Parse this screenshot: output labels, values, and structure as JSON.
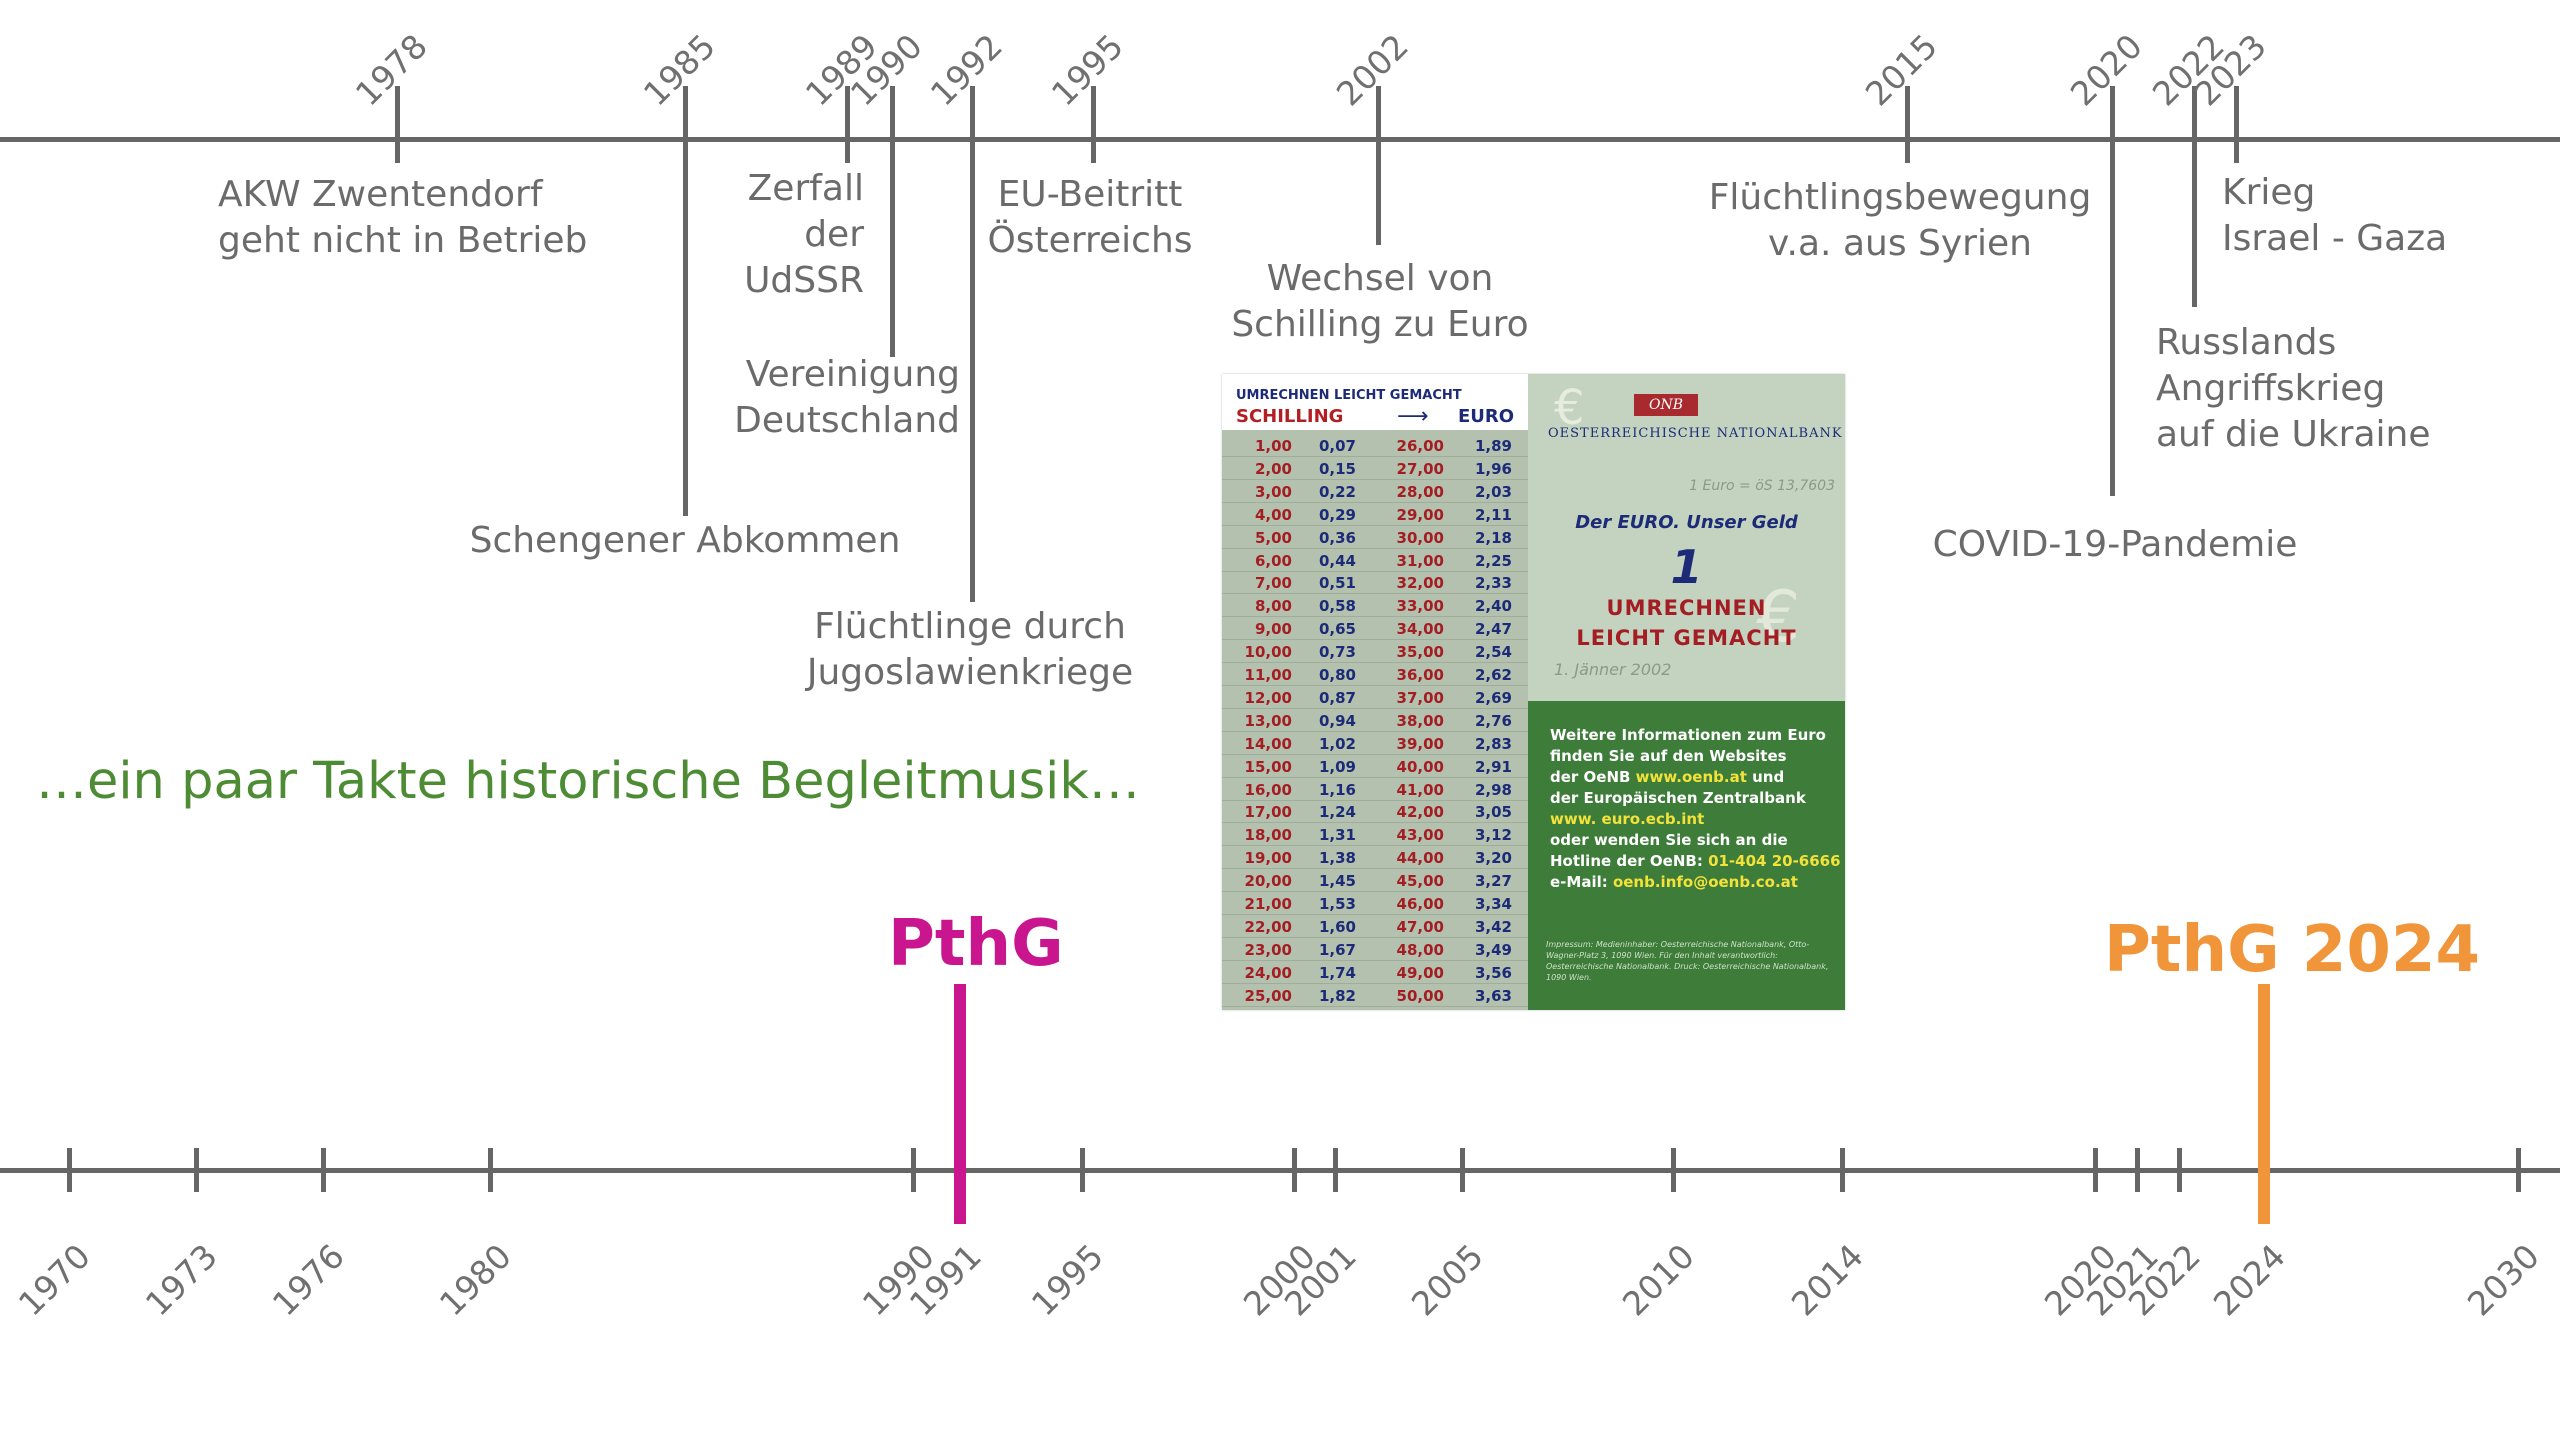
{
  "timeline_top": {
    "events": [
      {
        "year": "1978",
        "lines": [
          "AKW Zwentendorf",
          "geht nicht in Betrieb"
        ]
      },
      {
        "year": "1985",
        "lines": [
          "Schengener Abkommen"
        ]
      },
      {
        "year": "1989",
        "lines": [
          "Zerfall",
          "der",
          "UdSSR"
        ]
      },
      {
        "year": "1990",
        "lines": [
          "Vereinigung",
          "Deutschland"
        ]
      },
      {
        "year": "1992",
        "lines": [
          "Flüchtlinge durch",
          "Jugoslawienkriege"
        ]
      },
      {
        "year": "1995",
        "lines": [
          "EU-Beitritt",
          "Österreichs"
        ]
      },
      {
        "year": "2002",
        "lines": [
          "Wechsel von",
          "Schilling zu Euro"
        ]
      },
      {
        "year": "2015",
        "lines": [
          "Flüchtlingsbewegung",
          "v.a. aus Syrien"
        ]
      },
      {
        "year": "2020",
        "lines": [
          "COVID-19-Pandemie"
        ]
      },
      {
        "year": "2022",
        "lines": [
          "Russlands",
          "Angriffskrieg",
          "auf die Ukraine"
        ]
      },
      {
        "year": "2023",
        "lines": [
          "Krieg",
          "Israel - Gaza"
        ]
      }
    ]
  },
  "timeline_bottom": {
    "years": [
      "1970",
      "1973",
      "1976",
      "1980",
      "1990",
      "1991",
      "1995",
      "2000",
      "2001",
      "2005",
      "2010",
      "2014",
      "2020",
      "2021",
      "2022",
      "2024",
      "2030"
    ],
    "markers": [
      {
        "year": "1991",
        "label": "PthG",
        "color": "#c9168f"
      },
      {
        "year": "2024",
        "label": "PthG 2024",
        "color": "#f0953a"
      }
    ]
  },
  "intro_text": "…ein paar Takte historische Begleitmusik…",
  "card": {
    "header_small": "UMRECHNEN LEICHT GEMACHT",
    "header_from": "SCHILLING",
    "header_arrow": "⟶",
    "header_to": "EURO",
    "rows": [
      [
        "1,00",
        "0,07",
        "26,00",
        "1,89"
      ],
      [
        "2,00",
        "0,15",
        "27,00",
        "1,96"
      ],
      [
        "3,00",
        "0,22",
        "28,00",
        "2,03"
      ],
      [
        "4,00",
        "0,29",
        "29,00",
        "2,11"
      ],
      [
        "5,00",
        "0,36",
        "30,00",
        "2,18"
      ],
      [
        "6,00",
        "0,44",
        "31,00",
        "2,25"
      ],
      [
        "7,00",
        "0,51",
        "32,00",
        "2,33"
      ],
      [
        "8,00",
        "0,58",
        "33,00",
        "2,40"
      ],
      [
        "9,00",
        "0,65",
        "34,00",
        "2,47"
      ],
      [
        "10,00",
        "0,73",
        "35,00",
        "2,54"
      ],
      [
        "11,00",
        "0,80",
        "36,00",
        "2,62"
      ],
      [
        "12,00",
        "0,87",
        "37,00",
        "2,69"
      ],
      [
        "13,00",
        "0,94",
        "38,00",
        "2,76"
      ],
      [
        "14,00",
        "1,02",
        "39,00",
        "2,83"
      ],
      [
        "15,00",
        "1,09",
        "40,00",
        "2,91"
      ],
      [
        "16,00",
        "1,16",
        "41,00",
        "2,98"
      ],
      [
        "17,00",
        "1,24",
        "42,00",
        "3,05"
      ],
      [
        "18,00",
        "1,31",
        "43,00",
        "3,12"
      ],
      [
        "19,00",
        "1,38",
        "44,00",
        "3,20"
      ],
      [
        "20,00",
        "1,45",
        "45,00",
        "3,27"
      ],
      [
        "21,00",
        "1,53",
        "46,00",
        "3,34"
      ],
      [
        "22,00",
        "1,60",
        "47,00",
        "3,42"
      ],
      [
        "23,00",
        "1,67",
        "48,00",
        "3,49"
      ],
      [
        "24,00",
        "1,74",
        "49,00",
        "3,56"
      ],
      [
        "25,00",
        "1,82",
        "50,00",
        "3,63"
      ]
    ],
    "euro_symbol": "€",
    "logo_text": "ONB",
    "bank_name": "OESTERREICHISCHE NATIONALBANK",
    "rate": "1 Euro = öS 13,7603",
    "slogan": "Der EURO. Unser Geld",
    "number": "1",
    "title_line1": "UMRECHNEN",
    "title_line2": "LEICHT GEMACHT",
    "date": "1. Jänner 2002",
    "info_lines": [
      {
        "text": "Weitere Informationen zum Euro",
        "highlight": ""
      },
      {
        "text": "finden Sie auf den Websites",
        "highlight": ""
      },
      {
        "text": "der OeNB ",
        "highlight": "www.oenb.at",
        "after": " und"
      },
      {
        "text": "der Europäischen Zentralbank",
        "highlight": ""
      },
      {
        "text": "",
        "highlight": "www. euro.ecb.int"
      },
      {
        "text": "oder wenden Sie sich an die",
        "highlight": ""
      },
      {
        "text": "Hotline der OeNB: ",
        "highlight": "01-404 20-6666"
      },
      {
        "text": "e-Mail: ",
        "highlight": "oenb.info@oenb.co.at"
      }
    ],
    "imprint": "Impressum: Medieninhaber: Oesterreichische Nationalbank, Otto-Wagner-Platz 3, 1090 Wien. Für den Inhalt verantwortlich: Oesterreichische Nationalbank. Druck: Oesterreichische Nationalbank, 1090 Wien."
  }
}
